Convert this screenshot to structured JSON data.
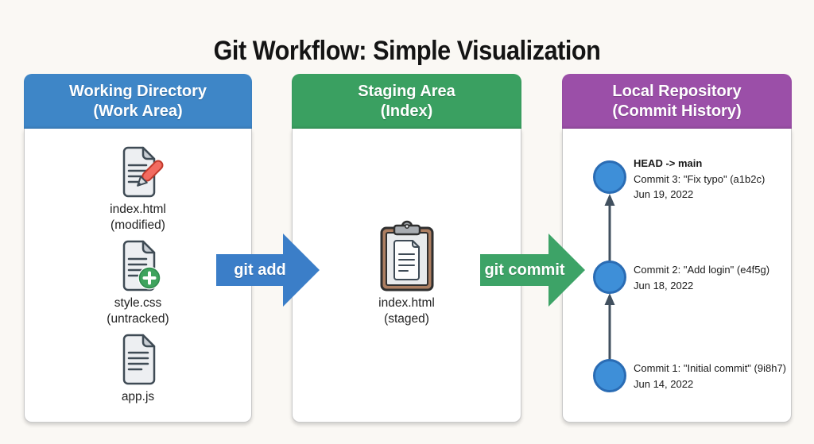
{
  "title": "Git Workflow: Simple Visualization",
  "colors": {
    "working_header": "#3E86C7",
    "staging_header": "#3AA061",
    "repo_header": "#9B4FA8",
    "add_arrow": "#3B7EC8",
    "commit_arrow": "#3DA367",
    "commit_node_fill": "#3E8FD8",
    "commit_node_stroke": "#2A6CB4",
    "graph_line": "#41505F"
  },
  "panels": {
    "working": {
      "title_line1": "Working Directory",
      "title_line2": "(Work Area)",
      "files": [
        {
          "name": "index.html",
          "status": "(modified)",
          "badge": "pencil-icon"
        },
        {
          "name": "style.css",
          "status": "(untracked)",
          "badge": "plus-icon"
        },
        {
          "name": "app.js",
          "badge": "none"
        }
      ]
    },
    "staging": {
      "title_line1": "Staging Area",
      "title_line2": "(Index)",
      "file": {
        "name": "index.html",
        "status": "(staged)"
      }
    },
    "repo": {
      "title_line1": "Local Repository",
      "title_line2": "(Commit History)",
      "commits": [
        {
          "ref": "HEAD -> main",
          "label": "Commit 3: \"Fix typo\" (a1b2c)",
          "date": "Jun 19, 2022"
        },
        {
          "label": "Commit 2: \"Add login\" (e4f5g)",
          "date": "Jun 18, 2022"
        },
        {
          "label": "Commit 1: \"Initial commit\" (9i8h7)",
          "date": "Jun 14, 2022"
        }
      ]
    }
  },
  "arrows": {
    "add": "git add",
    "commit": "git commit"
  }
}
